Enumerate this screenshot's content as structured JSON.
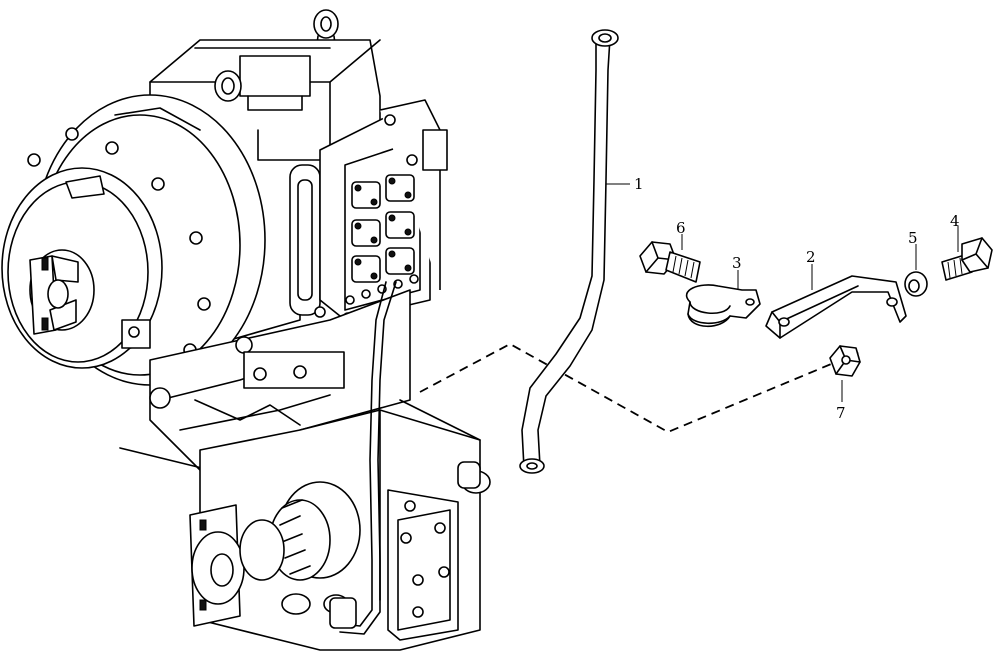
{
  "callouts": {
    "hose": "1",
    "bracket": "2",
    "clamp": "3",
    "bolt_right": "4",
    "washer": "5",
    "bolt_left": "6",
    "nut": "7"
  }
}
